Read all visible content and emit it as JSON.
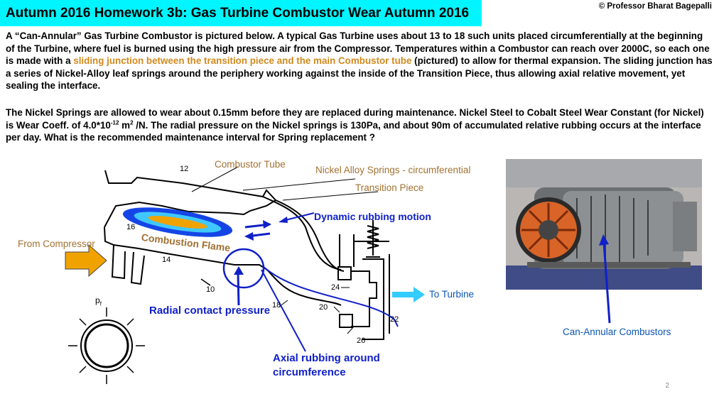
{
  "header": {
    "title": "Autumn 2016 Homework 3b: Gas Turbine Combustor Wear Autumn 2016",
    "copyright": "© Professor Bharat Bagepalli"
  },
  "body": {
    "p1_a": "A “Can-Annular” Gas Turbine Combustor is pictured below. A typical Gas Turbine uses about 13 to 18 such units placed circumferentially at the beginning of the Turbine, where fuel is burned using the high pressure air from the Compressor.  Temperatures within a Combustor can reach over 2000C, so each one is made with a ",
    "p1_highlight": "sliding junction between the transition piece and the main Combustor tube",
    "p1_b": " (pictured) to allow for thermal expansion. The sliding junction has a series of Nickel-Alloy leaf springs around the periphery working against the inside of the Transition Piece, thus allowing axial relative movement, yet sealing the interface.",
    "p2_a": "The Nickel Springs are allowed to wear about 0.15mm before they are replaced during maintenance. Nickel Steel to Cobalt Steel Wear Constant (for Nickel) is Wear Coeff. of 4.0*10",
    "p2_exp1": "-12",
    "p2_b": " m",
    "p2_exp2": "2",
    "p2_c": " /N. The radial pressure on the Nickel springs is 130Pa, and  about 90m of accumulated relative rubbing occurs at the interface per day. What is the recommended maintenance interval for Spring replacement ?"
  },
  "diagram": {
    "combustor_tube": "Combustor Tube",
    "nickel_springs": "Nickel Alloy Springs - circumferential",
    "transition_piece": "Transition Piece",
    "dynamic_rubbing": "Dynamic  rubbing motion",
    "from_compressor": "From Compressor",
    "combustion_flame": "Combustion Flame",
    "to_turbine": "To Turbine",
    "radial_contact": "Radial contact pressure",
    "axial_rubbing_1": "Axial rubbing around",
    "axial_rubbing_2": "circumference",
    "can_annular": "Can-Annular Combustors",
    "pf": "p",
    "pf_sub": "f",
    "num_12": "12",
    "num_16": "16",
    "num_14": "14",
    "num_10": "10",
    "num_18": "18",
    "num_20": "20",
    "num_24": "24",
    "num_22": "22",
    "num_26": "26"
  },
  "footer": {
    "page_number": "2"
  },
  "colors": {
    "title_bg": "#00f5ff",
    "highlight": "#d08a1e",
    "blue": "#1020c8",
    "arrow_orange": "#f0a300",
    "arrow_cyan": "#33ccff"
  }
}
